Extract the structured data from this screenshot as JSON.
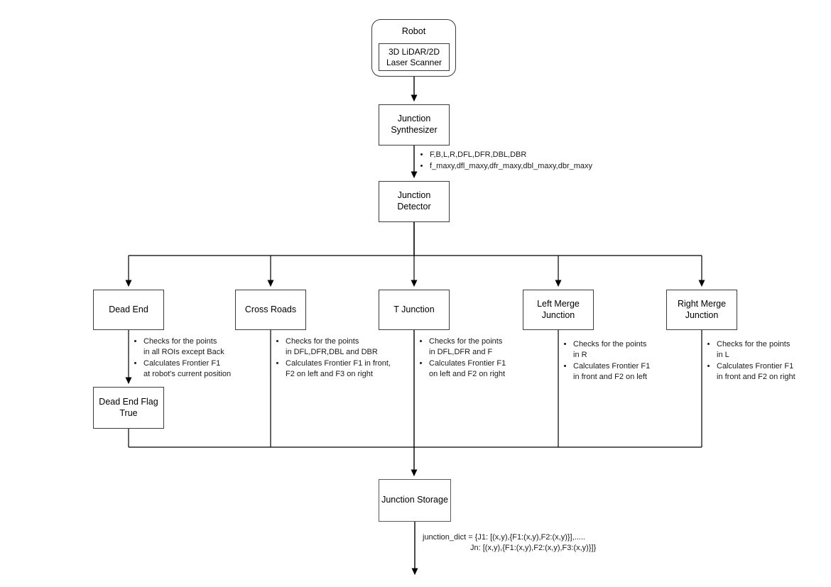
{
  "diagram": {
    "robot": {
      "title": "Robot",
      "sensor": "3D LiDAR/2D\nLaser Scanner"
    },
    "synthesizer": {
      "label": "Junction\nSynthesizer",
      "outputs": [
        "F,B,L,R,DFL,DFR,DBL,DBR",
        "f_maxy,dfl_maxy,dfr_maxy,dbl_maxy,dbr_maxy"
      ]
    },
    "detector": {
      "label": "Junction\nDetector"
    },
    "branches": [
      {
        "label": "Dead End",
        "bullets": [
          "Checks for the points\nin all ROIs except Back",
          "Calculates Frontier F1\nat robot's current position"
        ],
        "child": "Dead End Flag\nTrue"
      },
      {
        "label": "Cross Roads",
        "bullets": [
          "Checks for the points\nin DFL,DFR,DBL and DBR",
          "Calculates Frontier F1 in front,\nF2 on left and F3 on right"
        ]
      },
      {
        "label": "T Junction",
        "bullets": [
          "Checks for the points\nin DFL,DFR and F",
          "Calculates Frontier F1\non left and F2 on right"
        ]
      },
      {
        "label": "Left Merge\nJunction",
        "bullets": [
          "Checks for the points\nin R",
          "Calculates Frontier F1\nin front and F2 on left"
        ]
      },
      {
        "label": "Right Merge\nJunction",
        "bullets": [
          "Checks for the points\nin L",
          "Calculates Frontier F1\nin front and F2 on right"
        ]
      }
    ],
    "storage": {
      "label": "Junction Storage",
      "annotation_line1": "junction_dict = {J1: [(x,y),{F1:(x,y),F2:(x,y)}],.....",
      "annotation_line2": "Jn: [(x,y),{F1:(x,y),F2:(x,y),F3:(x,y)}]}"
    },
    "colors": {
      "stroke": "#000000",
      "node_border": "#3b3b3b",
      "background": "#ffffff",
      "text": "#1a1a1a"
    }
  }
}
